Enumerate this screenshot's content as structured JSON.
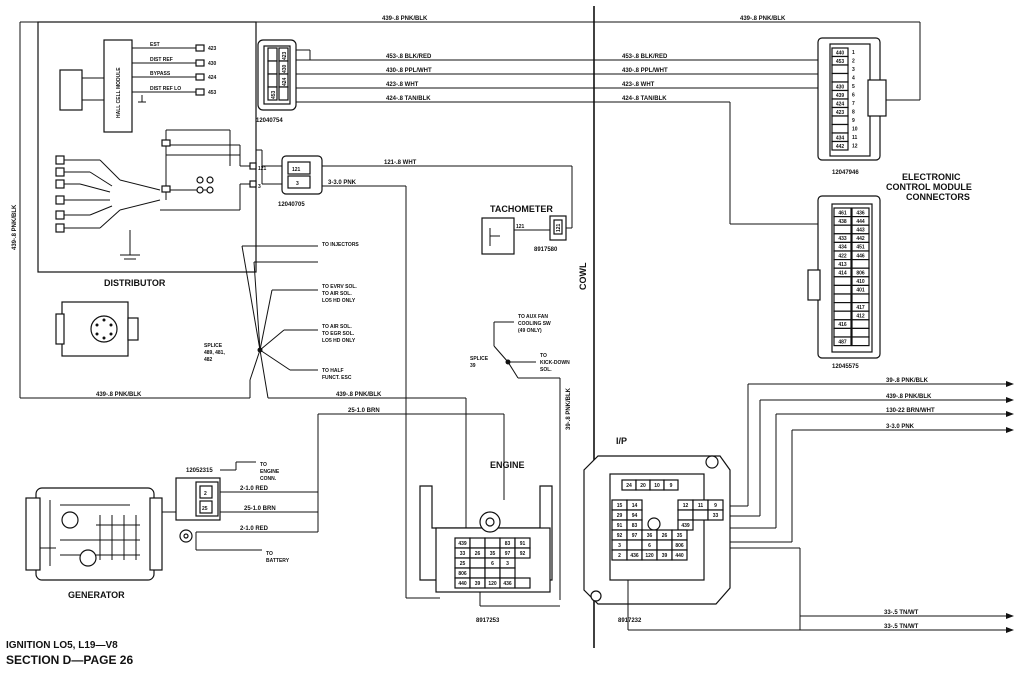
{
  "title": {
    "line1": "IGNITION LO5, L19—V8",
    "line2": "SECTION D—PAGE 26"
  },
  "sections": {
    "distributor": "DISTRIBUTOR",
    "generator": "GENERATOR",
    "tachometer": "TACHOMETER",
    "engine": "ENGINE",
    "ip": "I/P",
    "cowl": "COWL",
    "ecm_line1": "ELECTRONIC",
    "ecm_line2": "CONTROL MODULE",
    "ecm_line3": "CONNECTORS"
  },
  "hall": {
    "module": "HALL CELL MODULE",
    "signals": [
      "EST",
      "DIST REF",
      "BYPASS",
      "DIST REF LO"
    ],
    "circuits": [
      "423",
      "430",
      "424",
      "453"
    ]
  },
  "parts": {
    "conn_top": "12040754",
    "conn_mid": "12040705",
    "tach": "8917580",
    "ecm_top": "12047946",
    "ecm_bottom": "12045575",
    "gen_conn": "12052315",
    "engine_block": "8917253",
    "ip_block": "8917232"
  },
  "wires": {
    "w439_pnk_blk": "439-.8 PNK/BLK",
    "w453": "453-.8 BLK/RED",
    "w430": "430-.8 PPL/WHT",
    "w423": "423-.8 WHT",
    "w424": "424-.8 TAN/BLK",
    "w121": "121-.8 WHT",
    "w3_pnk": "3-3.0 PNK",
    "w25_brn": "25-1.0 BRN",
    "w2_red": "2-1.0 RED",
    "w25_brn_gen": "25-1.0 BRN",
    "w2_red_b": "2-1.0 RED",
    "w39_pnk_blk": "39-.8 PNK/BLK",
    "w39_vertical": "39-.8 PNK/BLK",
    "w130": "130-22 BRN/WHT",
    "w3_pnk_out": "3-3.0 PNK",
    "w33a": "33-.5 TN/WT",
    "w33b": "33-.5 TN/WT",
    "w439_low": "439-.8 PNK/BLK",
    "w439_mid": "439-.8 PNK/BLK",
    "w439_left_vert": "439-.8 PNK/BLK",
    "w121_tach": "121"
  },
  "pins": {
    "conn_top": [
      "423",
      "430",
      "424",
      "453"
    ],
    "conn_mid": [
      "121",
      "3"
    ],
    "mid_side": [
      "121",
      "3"
    ],
    "tach": "121",
    "gen_conn": [
      "2",
      "25"
    ],
    "ecm_top_pins": [
      "440",
      "453",
      "",
      "",
      "430",
      "439",
      "424",
      "423",
      "",
      "",
      "434",
      "442",
      "",
      ""
    ],
    "ecm_top_nums": [
      "1",
      "2",
      "3",
      "4",
      "5",
      "6",
      "7",
      "8",
      "9",
      "10",
      "11",
      "12"
    ],
    "ecm_bottom_pins": [
      "461",
      "438",
      "",
      "433",
      "434",
      "422",
      "413",
      "414",
      "",
      "",
      "",
      "",
      "",
      "416",
      "",
      "487"
    ],
    "ecm_bottom_right": [
      "436",
      "444",
      "443",
      "442",
      "451",
      "446",
      "",
      "806",
      "410",
      "401",
      "",
      "417",
      "412",
      "",
      "",
      ""
    ]
  },
  "engine_pins": {
    "row1": [
      "439",
      "",
      "",
      "83",
      "91"
    ],
    "row2": [
      "33",
      "26",
      "35",
      "97",
      "92"
    ],
    "row3": [
      "25",
      "",
      "6",
      "3"
    ],
    "row4": [
      "806",
      "",
      "",
      ""
    ],
    "row5": [
      "440",
      "39",
      "120",
      "436",
      ""
    ]
  },
  "ip_pins": {
    "top": [
      "24",
      "20",
      "10",
      "9"
    ],
    "row1": [
      "15",
      "14",
      "12",
      "11",
      "9"
    ],
    "row2": [
      "29",
      "94",
      "",
      "",
      "33"
    ],
    "row3": [
      "91",
      "83",
      "439"
    ],
    "row4": [
      "92",
      "97",
      "36",
      "26",
      "35"
    ],
    "row5": [
      "3",
      "",
      "6",
      "",
      "806"
    ],
    "row6": [
      "2",
      "436",
      "120",
      "39",
      "440"
    ]
  },
  "splices": {
    "main": "SPLICE\n489, 481,\n482",
    "main_l1": "SPLICE",
    "main_l2": "489, 481,",
    "main_l3": "482",
    "s39_l1": "SPLICE",
    "s39_l2": "39"
  },
  "destinations": {
    "injectors": "TO INJECTORS",
    "evrv_l1": "TO EVRV SOL.",
    "evrv_l2": "TO AIR SOL.",
    "evrv_l3": "LO5 HD ONLY",
    "air_l1": "TO AIR SOL.",
    "air_l2": "TO EGR SOL.",
    "air_l3": "LO5 HD ONLY",
    "half_l1": "TO HALF",
    "half_l2": "FUNCT. ESC",
    "fan_l1": "TO AUX FAN",
    "fan_l2": "COOLING SW",
    "fan_l3": "(49 ONLY)",
    "kick_l1": "TO",
    "kick_l2": "KICK-DOWN",
    "kick_l3": "SOL.",
    "engconn_l1": "TO",
    "engconn_l2": "ENGINE",
    "engconn_l3": "CONN.",
    "battery_l1": "TO",
    "battery_l2": "BATTERY"
  }
}
